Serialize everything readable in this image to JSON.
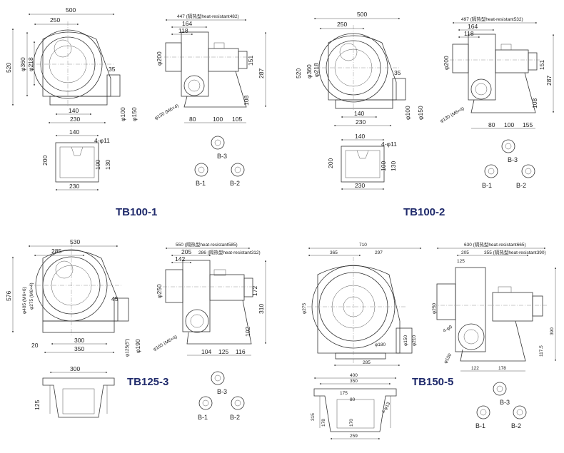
{
  "models": [
    {
      "title": "TB100-1",
      "front": {
        "width": "500",
        "half": "250",
        "height": "520",
        "d_outer": "φ360",
        "d_inner": "φ218",
        "outlet": "35",
        "d_pipe": "φ100",
        "d_flange": "φ150",
        "foot_a": "140",
        "foot_b": "230"
      },
      "side": {
        "total": "447 (隔热型heat-resistant482)",
        "a": "164",
        "b": "118",
        "d_inlet": "φ200",
        "c": "151",
        "h": "287",
        "d_ring": "φ130 (M6×4)",
        "e": "108",
        "f": "80",
        "g": "100",
        "i": "105"
      },
      "base": {
        "a": "140",
        "holes": "4-φ11",
        "h": "200",
        "b": "100",
        "c": "130",
        "w": "230"
      },
      "orient": [
        "B-3",
        "B-1",
        "B-2"
      ]
    },
    {
      "title": "TB100-2",
      "front": {
        "width": "500",
        "half": "250",
        "height": "520",
        "d_outer": "φ360",
        "d_inner": "φ218",
        "outlet": "35",
        "d_pipe": "φ100",
        "d_flange": "φ150",
        "foot_a": "140",
        "foot_b": "230"
      },
      "side": {
        "total": "497 (隔热型heat-resistant532)",
        "a": "164",
        "b": "118",
        "d_inlet": "φ200",
        "c": "151",
        "h": "287",
        "d_ring": "φ130 (M6×4)",
        "e": "108",
        "f": "80",
        "g": "100",
        "i": "155"
      },
      "base": {
        "a": "140",
        "holes": "4-φ11",
        "h": "200",
        "b": "100",
        "c": "130",
        "w": "230"
      },
      "orient": [
        "B-3",
        "B-1",
        "B-2"
      ]
    },
    {
      "title": "TB125-3",
      "front": {
        "width": "530",
        "half": "285",
        "height": "576",
        "d_outer": "φ405 (M6×6)",
        "d_inner": "φ275 (M6×4)",
        "outlet": "45",
        "d_pipe": "φ125(5\")",
        "d_flange": "φ190",
        "foot_a": "300",
        "foot_b": "350",
        "foot_h": "20"
      },
      "side": {
        "total": "550 (隔热型heat-resistant585)",
        "a": "205",
        "b": "286 (隔热型heat-resistant312)",
        "c0": "142",
        "d_inlet": "φ250",
        "c": "172",
        "h": "310",
        "d_ring": "φ165 (M6×4)",
        "e": "102",
        "f": "104",
        "g": "125",
        "i": "116"
      },
      "base": {
        "w": "300",
        "h": "125"
      },
      "orient": [
        "B-3",
        "B-1",
        "B-2"
      ]
    },
    {
      "title": "TB150-5",
      "front": {
        "width": "710",
        "left": "365",
        "right": "297",
        "d_outer": "φ275",
        "d_pipe": "φ150",
        "d_flange": "φ210",
        "d_small": "φ180",
        "foot": "285"
      },
      "side": {
        "total": "630 (隔热型heat-resistant665)",
        "a": "205",
        "b": "355 (隔热型heat-resistant390)",
        "c0": "125",
        "d_inlet": "φ250",
        "h": "390",
        "d_ring": "4-φ9",
        "e": "117.5",
        "f": "122",
        "g": "178",
        "d_foot": "φ150"
      },
      "base": {
        "w": "400",
        "a": "350",
        "b": "175",
        "c": "80",
        "h": "315",
        "d": "178",
        "e": "170",
        "f": "259",
        "holes": "4-φ13"
      },
      "orient": [
        "B-3",
        "B-1",
        "B-2"
      ]
    }
  ]
}
